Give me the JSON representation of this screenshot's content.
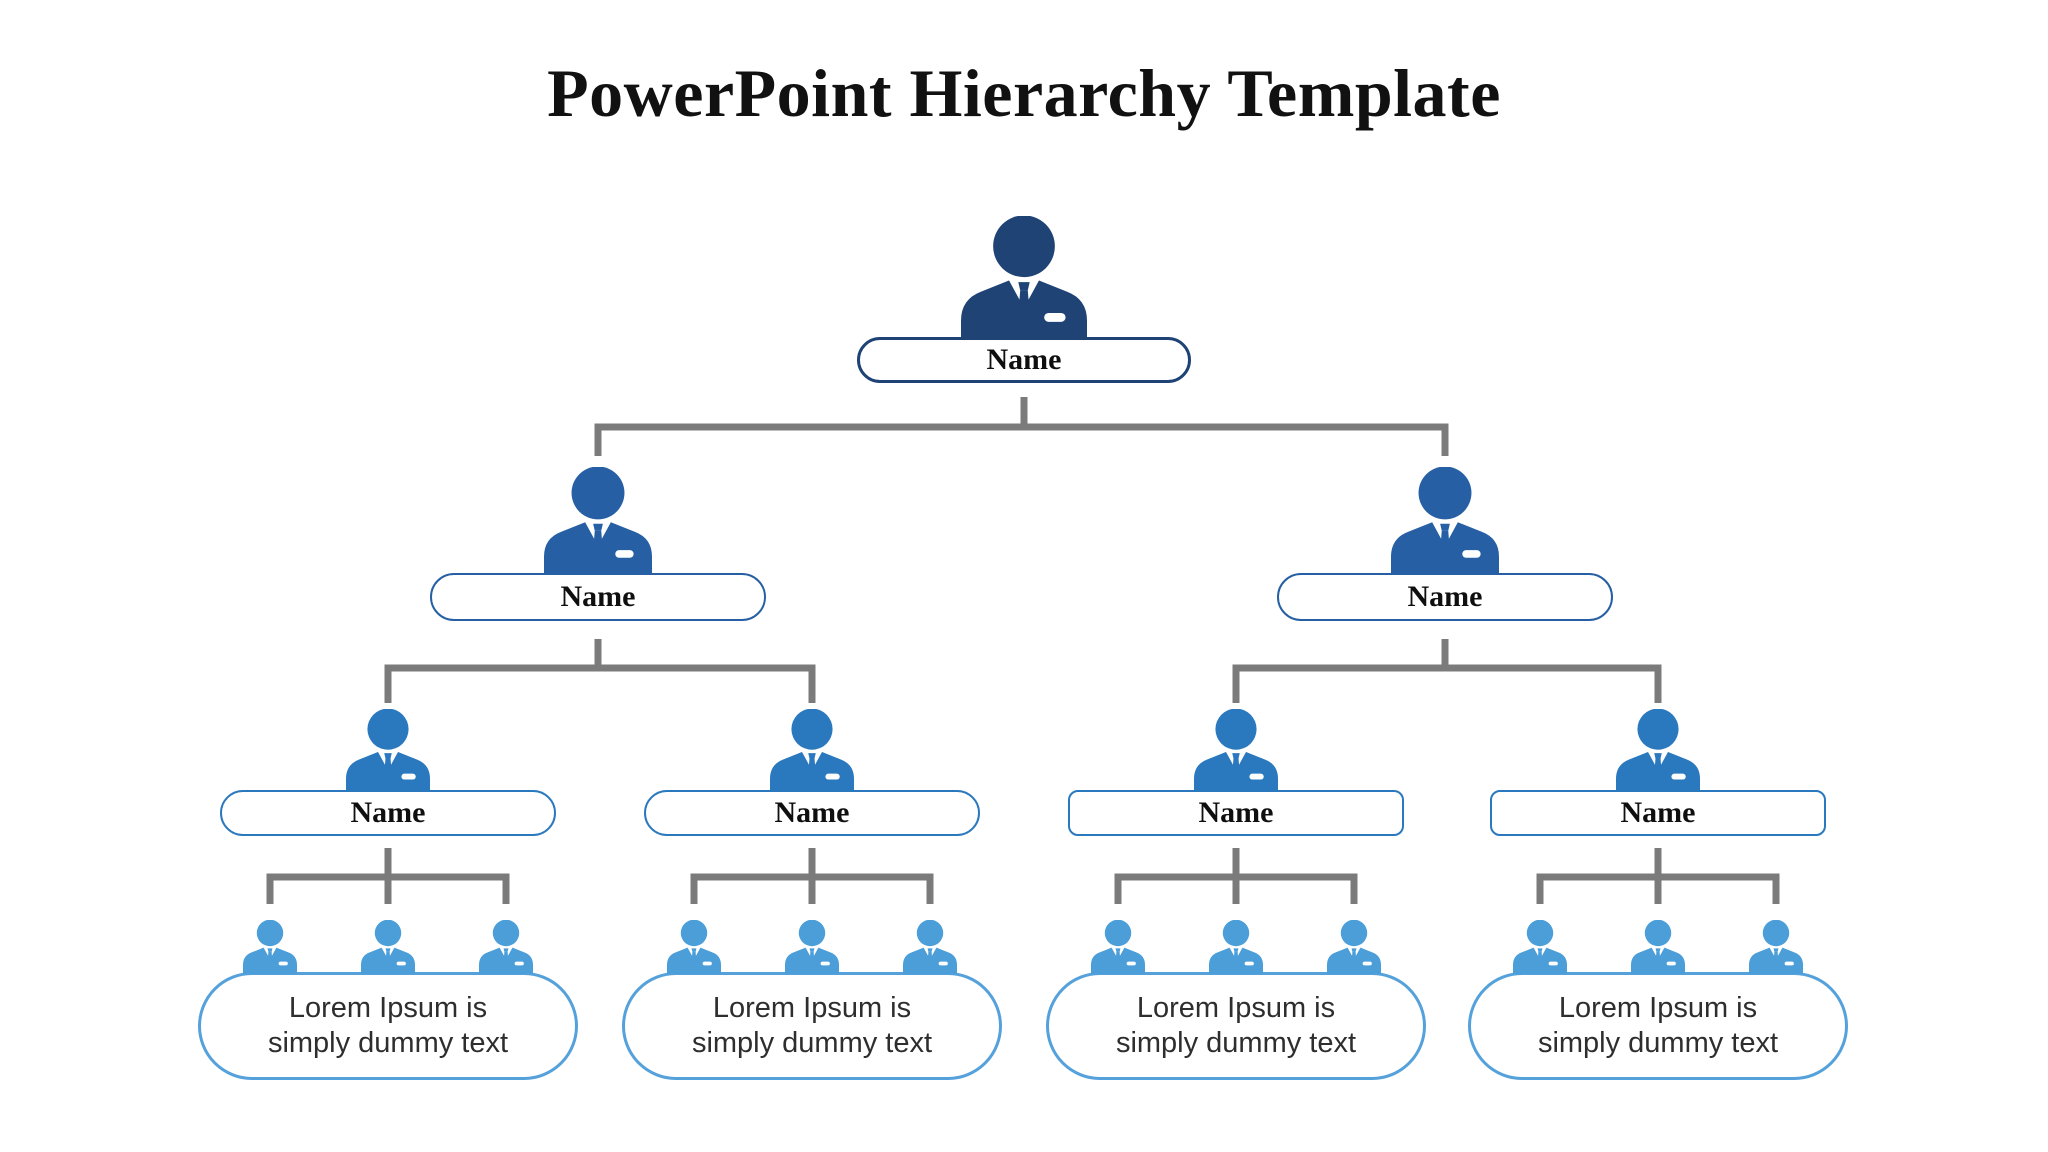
{
  "title": "PowerPoint Hierarchy Template",
  "root": {
    "label": "Name"
  },
  "managers": [
    {
      "label": "Name"
    },
    {
      "label": "Name"
    }
  ],
  "leads": [
    {
      "label": "Name"
    },
    {
      "label": "Name"
    },
    {
      "label": "Name"
    },
    {
      "label": "Name"
    }
  ],
  "teams": [
    {
      "text": "Lorem Ipsum is simply dummy text"
    },
    {
      "text": "Lorem Ipsum is simply dummy text"
    },
    {
      "text": "Lorem Ipsum is simply dummy text"
    },
    {
      "text": "Lorem Ipsum is simply dummy text"
    }
  ],
  "icons": {
    "node_icon": "businessman-icon"
  },
  "colors": {
    "level1": "#1E4374",
    "level2": "#265FA4",
    "level3": "#2A78BE",
    "level4": "#4C9ED9",
    "team_border": "#54A1DB",
    "connector": "#7B7B7B",
    "title_text": "#111111",
    "name_text": "#0F0F0F",
    "team_text": "#2E2E2E"
  }
}
